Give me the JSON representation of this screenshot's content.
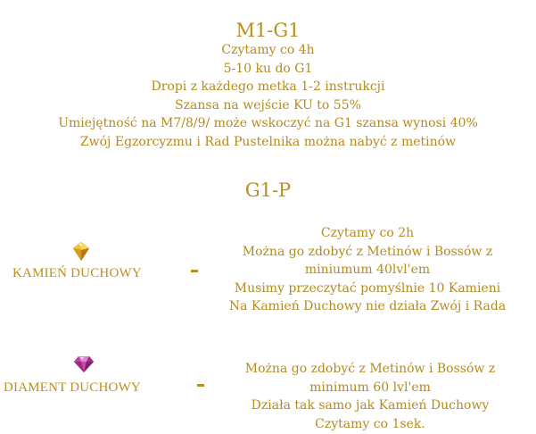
{
  "section1": {
    "title": "M1-G1",
    "lines": [
      "Czytamy co 4h",
      "5-10 ku do G1",
      "Dropi z każdego metka 1-2 instrukcji",
      "Szansa na wejście KU to 55%",
      "Umiejętność na M7/8/9/ może wskoczyć na G1 szansa wynosi 40%",
      "Zwój Egzorcyzmu i Rad Pustelnika można nabyć z metinów"
    ]
  },
  "section2": {
    "title": "G1-P",
    "items": [
      {
        "name": "KAMIEŃ DUCHOWY",
        "icon": "yellow-gem-icon",
        "lines": [
          "Czytamy co 2h",
          "Można go zdobyć z Metinów i Bossów z",
          "miniumum 40lvl'em",
          "Musimy przeczytać pomyślnie 10 Kamieni",
          "Na Kamień Duchowy nie działa Zwój i Rada"
        ]
      },
      {
        "name": "DIAMENT DUCHOWY",
        "icon": "purple-diamond-icon",
        "lines": [
          "Można go zdobyć z Metinów i Bossów z",
          "minimum 60 lvl'em",
          "Działa tak samo jak Kamień Duchowy",
          "Czytamy co 1sek."
        ]
      }
    ]
  },
  "colors": {
    "text": "#b98f1f",
    "yellow_gem": "#f2c230",
    "purple_gem": "#c23fa6"
  }
}
